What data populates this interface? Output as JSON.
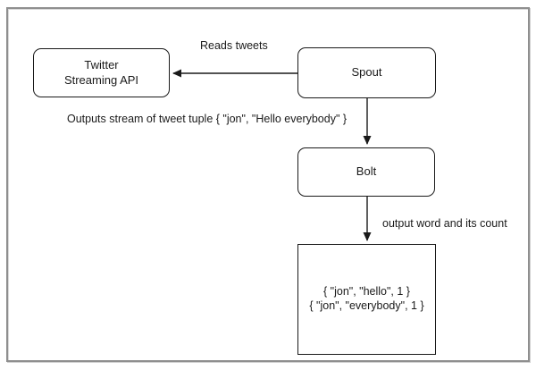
{
  "diagram": {
    "nodes": {
      "twitter": {
        "line1": "Twitter",
        "line2": "Streaming API"
      },
      "spout": {
        "label": "Spout"
      },
      "bolt": {
        "label": "Bolt"
      },
      "output": {
        "line1": "{ \"jon\", \"hello\", 1 }",
        "line2": "{ \"jon\", \"everybody\", 1 }"
      }
    },
    "edges": {
      "reads_tweets": {
        "label": "Reads tweets"
      },
      "outputs_stream": {
        "label": "Outputs stream of tweet tuple { \"jon\", \"Hello everybody\" }"
      },
      "output_word": {
        "label": "output word and its count"
      }
    },
    "colors": {
      "box_border": "#1a1a1a",
      "frame_border": "#8f8f8f",
      "background": "#ffffff",
      "arrow": "#1a1a1a"
    }
  }
}
